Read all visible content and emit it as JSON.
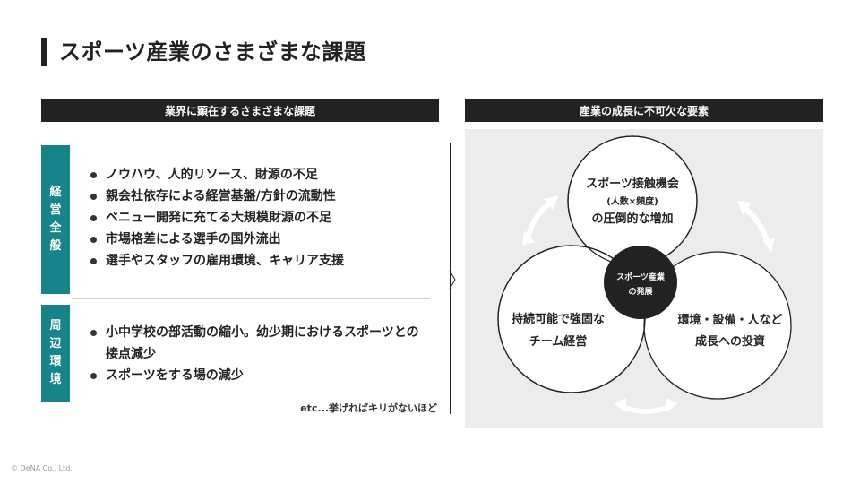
{
  "title": "スポーツ産業のさまざまな課題",
  "left": {
    "header": "業界に顕在するさまざまな課題",
    "categories": [
      {
        "label_lines": [
          "経",
          "営",
          "全",
          "般"
        ],
        "items": [
          "ノウハウ、人的リソース、財源の不足",
          "親会社依存による経営基盤/方針の流動性",
          "ベニュー開発に充てる大規模財源の不足",
          "市場格差による選手の国外流出",
          "選手やスタッフの雇用環境、キャリア支援"
        ]
      },
      {
        "label_lines": [
          "周",
          "辺",
          "環",
          "境"
        ],
        "items": [
          "小中学校の部活動の縮小。幼少期におけるスポーツとの接点減少",
          "スポーツをする場の減少"
        ]
      }
    ],
    "note": "etc...挙げればキリがないほど"
  },
  "right": {
    "header": "産業の成長に不可欠な要素",
    "circles": {
      "top": {
        "line1": "スポーツ接触機会",
        "line2": "(人数×頻度)",
        "line3": "の圧倒的な増加"
      },
      "left": {
        "line1": "持続可能で強固な",
        "line2": "チーム経営"
      },
      "right": {
        "line1": "環境・設備・人など",
        "line2": "成長への投資"
      },
      "center": {
        "line1": "スポーツ産業",
        "line2": "の発展"
      }
    }
  },
  "footer": "© DeNA Co., Ltd."
}
